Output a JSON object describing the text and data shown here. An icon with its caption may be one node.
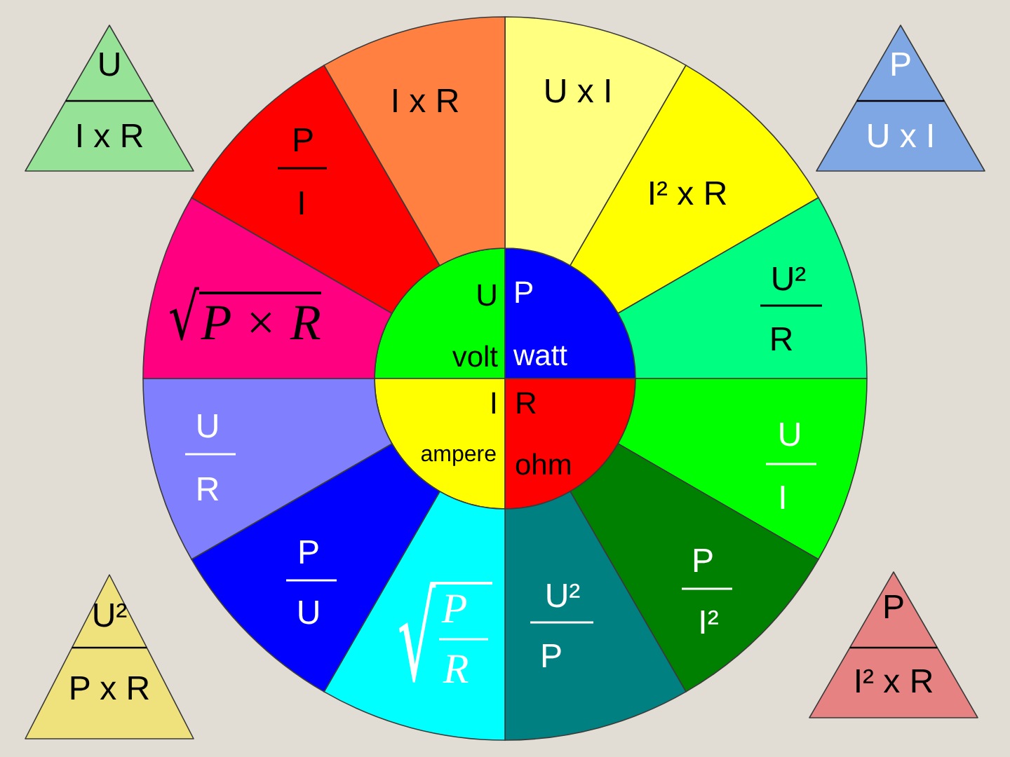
{
  "diagram": {
    "nodes": [
      {
        "text": [
          "U",
          "I x R"
        ]
      },
      {
        "text": [
          "P",
          "U x I"
        ]
      },
      {
        "text": [
          "U",
          "volt"
        ]
      },
      {
        "text": [
          "P",
          "watt"
        ]
      },
      {
        "text": [
          "I",
          "ampere"
        ]
      },
      {
        "text": [
          "R",
          "ohm"
        ]
      },
      {
        "text": [
          "U x I"
        ]
      },
      {
        "text": [
          "I² x R"
        ]
      },
      {
        "text": [
          "U²",
          "R"
        ]
      },
      {
        "text": [
          "U",
          "I"
        ]
      },
      {
        "text": [
          "P",
          "I²"
        ]
      },
      {
        "text": [
          "U²",
          "P"
        ]
      },
      {
        "text": [
          "√",
          "P",
          "R"
        ]
      },
      {
        "text": [
          "P",
          "U"
        ]
      },
      {
        "text": [
          "U",
          "R"
        ]
      },
      {
        "text": [
          "√",
          "P × R"
        ]
      },
      {
        "text": [
          "P",
          "I"
        ]
      },
      {
        "text": [
          "I x R"
        ]
      },
      {
        "text": [
          "U²",
          "P x R"
        ]
      },
      {
        "text": [
          "P",
          "I² x R"
        ]
      }
    ]
  }
}
